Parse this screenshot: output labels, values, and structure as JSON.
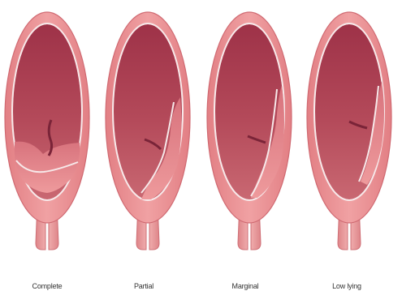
{
  "panels": [
    {
      "label": "Complete"
    },
    {
      "label": "Partial"
    },
    {
      "label": "Marginal"
    },
    {
      "label": "Low lying"
    }
  ],
  "colors": {
    "uterus_wall": "#e88a8c",
    "uterus_wall_edge": "#d9777b",
    "cavity_dark": "#a83a4d",
    "cavity_mid": "#c45a66",
    "placenta": "#e0848a",
    "placenta_dark": "#c75b68",
    "membrane": "#f7e9ea",
    "cervix": "#e9989a",
    "cord": "#7a2438"
  }
}
